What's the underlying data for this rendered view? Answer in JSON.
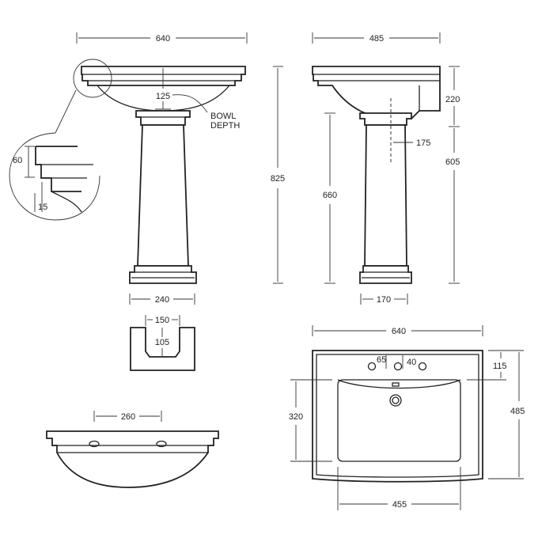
{
  "dimensions": {
    "front_width": "640",
    "side_depth": "485",
    "bowl_depth_value": "125",
    "bowl_depth_label_1": "BOWL",
    "bowl_depth_label_2": "DEPTH",
    "detail_height": "60",
    "detail_step": "15",
    "overall_height": "825",
    "basin_height": "220",
    "pedestal_height": "605",
    "rim_height": "660",
    "waste_offset": "175",
    "pedestal_base_width": "240",
    "pedestal_side_width": "170",
    "cutout_width": "150",
    "cutout_depth": "105",
    "plan_width": "640",
    "tap_hole_spacing": "65",
    "tap_hole_spacing_2": "40",
    "plan_back_depth": "115",
    "plan_total_depth": "485",
    "bowl_length": "320",
    "bowl_width": "455",
    "bottom_hole_spacing": "260"
  }
}
